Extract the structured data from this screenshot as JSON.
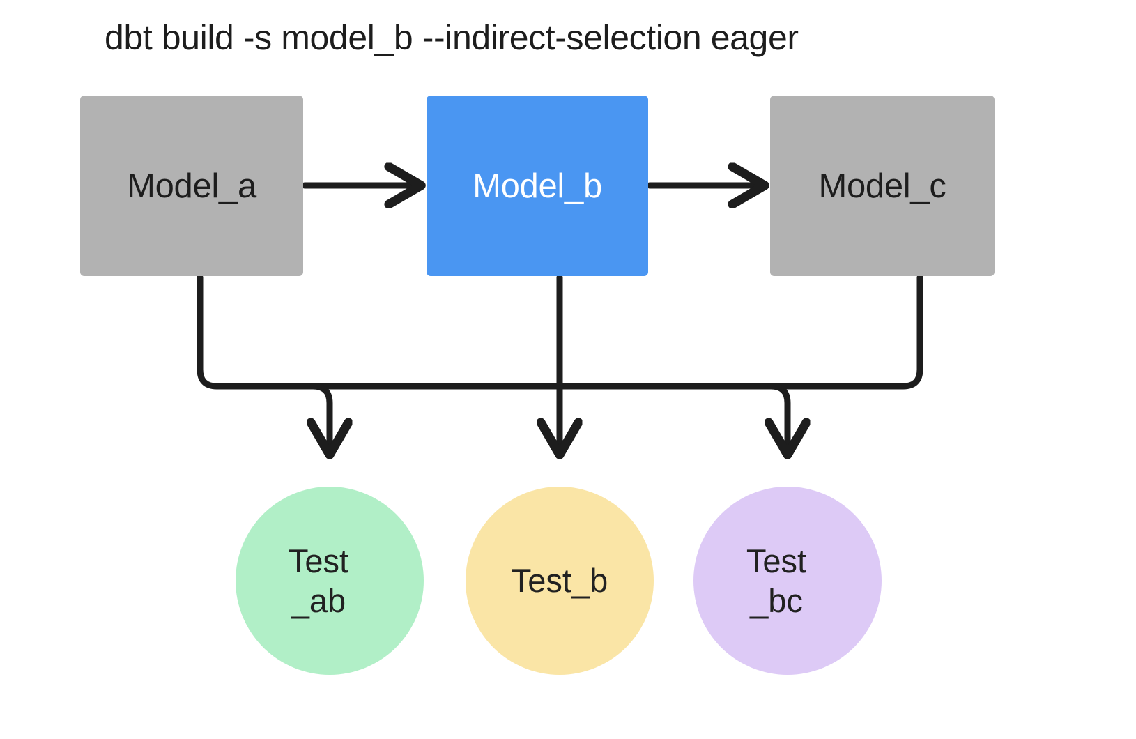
{
  "diagram": {
    "title": "dbt build -s model_b --indirect-selection eager",
    "type": "dbt DAG lineage graph",
    "background": "#ffffff",
    "colors": {
      "model_default": "#b2b2b2",
      "model_selected": "#4a96f2",
      "test_ab": "#b1efc7",
      "test_b": "#fae5a6",
      "test_bc": "#ddcaf6",
      "edge": "#1d1d1d",
      "text_dark": "#1d1d1d",
      "text_light": "#ffffff"
    },
    "models": [
      {
        "id": "model_a",
        "label": "Model_a",
        "shape": "rectangle",
        "fill": "#b2b2b2",
        "selected": false
      },
      {
        "id": "model_b",
        "label": "Model_b",
        "shape": "rectangle",
        "fill": "#4a96f2",
        "selected": true
      },
      {
        "id": "model_c",
        "label": "Model_c",
        "shape": "rectangle",
        "fill": "#b2b2b2",
        "selected": false
      }
    ],
    "tests": [
      {
        "id": "test_ab",
        "line1": "Test",
        "line2": "_ab",
        "label": "Test_ab",
        "shape": "circle",
        "fill": "#b1efc7"
      },
      {
        "id": "test_b",
        "line1": "Test_b",
        "line2": "",
        "label": "Test_b",
        "shape": "circle",
        "fill": "#fae5a6"
      },
      {
        "id": "test_bc",
        "line1": "Test",
        "line2": "_bc",
        "label": "Test_bc",
        "shape": "circle",
        "fill": "#ddcaf6"
      }
    ],
    "edges": [
      {
        "from": "model_a",
        "to": "model_b",
        "style": "arrow"
      },
      {
        "from": "model_b",
        "to": "model_c",
        "style": "arrow"
      },
      {
        "from": "model_a",
        "to": "test_ab",
        "style": "arrow"
      },
      {
        "from": "model_b",
        "to": "test_ab",
        "style": "arrow"
      },
      {
        "from": "model_b",
        "to": "test_b",
        "style": "arrow"
      },
      {
        "from": "model_b",
        "to": "test_bc",
        "style": "arrow"
      },
      {
        "from": "model_c",
        "to": "test_bc",
        "style": "arrow"
      }
    ]
  }
}
